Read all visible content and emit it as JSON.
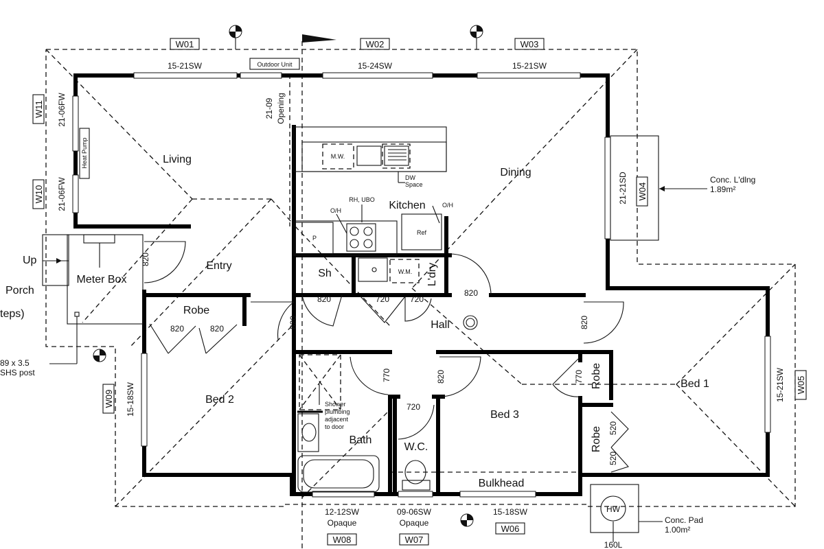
{
  "rooms": {
    "living": "Living",
    "dining": "Dining",
    "kitchen": "Kitchen",
    "entry": "Entry",
    "meter_box": "Meter Box",
    "robe_bed2": "Robe",
    "bed2": "Bed 2",
    "bed3": "Bed 3",
    "bed1": "Bed 1",
    "hall": "Hall",
    "bath": "Bath",
    "wc": "W.C.",
    "laundry": "L'dry",
    "shower": "Sh",
    "robe_bed1_a": "Robe",
    "robe_bed1_b": "Robe",
    "bulkhead": "Bulkhead"
  },
  "window_tags": {
    "w01": "W01",
    "w02": "W02",
    "w03": "W03",
    "w04": "W04",
    "w05": "W05",
    "w06": "W06",
    "w07": "W07",
    "w08": "W08",
    "w09": "W09",
    "w10": "W10",
    "w11": "W11"
  },
  "window_sizes": {
    "w01": "15-21SW",
    "w02": "15-24SW",
    "w03": "15-21SW",
    "w04": "21-21SD",
    "w05": "15-21SW",
    "w06": "15-18SW",
    "w07": "09-06SW",
    "w08": "12-12SW",
    "w09": "15-18SW",
    "w10": "21-06FW",
    "w11": "21-06FW",
    "opaque_w07": "Opaque",
    "opaque_w08": "Opaque"
  },
  "door_widths": {
    "entry": "820",
    "robe_bed2_a": "820",
    "robe_bed2_b": "820",
    "bed2": "820",
    "shower": "820",
    "laundry_a": "720",
    "laundry_b": "720",
    "laundry_ext": "820",
    "bed1": "820",
    "bath": "770",
    "bed3": "820",
    "wc": "720",
    "robe_bed1": "770",
    "robe_pair_a": "520",
    "robe_pair_b": "520"
  },
  "annotations": {
    "outdoor_unit": "Outdoor Unit",
    "opening_size": "21-09",
    "opening": "Opening",
    "heat_pump": "Heat Pump",
    "mw": "M.W.",
    "dw_1": "DW",
    "dw_2": "Space",
    "rh_ubo": "RH, UBO",
    "oh_1": "O/H",
    "oh_2": "O/H",
    "pantry": "P",
    "fridge": "Ref",
    "washer": "W.M.",
    "landing_1": "Conc. L'dlng",
    "landing_2": "1.89m²",
    "pad_1": "Conc. Pad",
    "pad_2": "1.00m²",
    "hw": "HW",
    "hw_size": "160L",
    "porch": "Porch",
    "porch_steps": "teps)",
    "up": "Up",
    "post_1": "89 x 3.5",
    "post_2": "SHS post",
    "shower_note_1": "Shower",
    "shower_note_2": "plumbing",
    "shower_note_3": "adjacent",
    "shower_note_4": "to door"
  }
}
